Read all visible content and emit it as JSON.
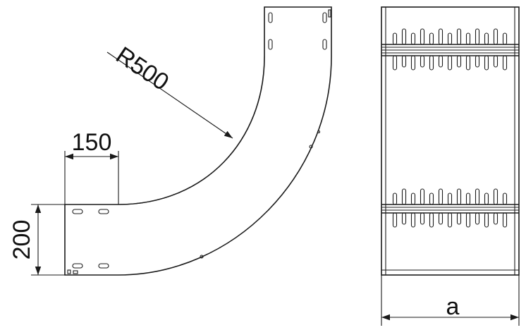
{
  "drawing": {
    "radius_label": "R500",
    "width_label": "150",
    "height_label": "200",
    "front_width_label": "a"
  },
  "colors": {
    "line": "#1a1a1a",
    "background": "#ffffff"
  }
}
